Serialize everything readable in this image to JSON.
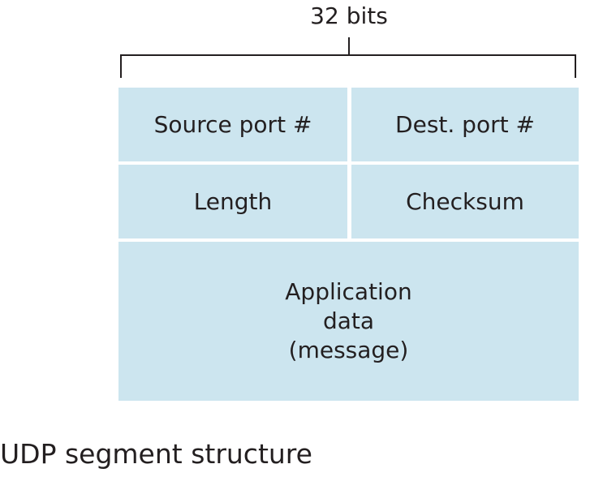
{
  "diagram": {
    "width_label": "32 bits",
    "fields": {
      "source_port": "Source port #",
      "dest_port": "Dest. port #",
      "length": "Length",
      "checksum": "Checksum",
      "data_line1": "Application",
      "data_line2": "data",
      "data_line3": "(message)"
    },
    "colors": {
      "cell_fill": "#cce5ef",
      "line": "#231f20"
    }
  },
  "caption": "UDP segment structure"
}
